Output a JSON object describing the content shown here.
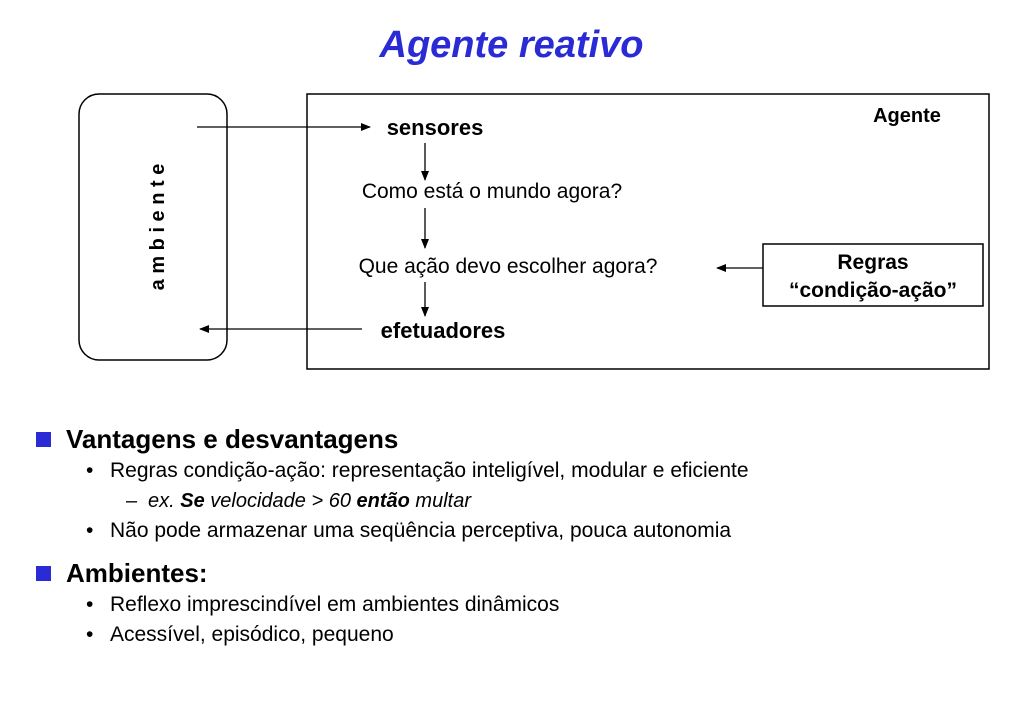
{
  "title": "Agente reativo",
  "diagram": {
    "ambiente_label": "a m b i e n t e",
    "agente_label": "Agente",
    "sensores": "sensores",
    "como_esta": "Como está o mundo agora?",
    "que_acao": "Que ação devo escolher agora?",
    "efetuadores": "efetuadores",
    "regras_line1": "Regras",
    "regras_line2": "“condição-ação”"
  },
  "sections": [
    {
      "heading": "Vantagens e desvantagens",
      "items": [
        "Regras condição-ação: representação inteligível, modular e eficiente",
        "Não pode armazenar uma seqüência perceptiva, pouca autonomia"
      ],
      "sub": {
        "dash": "–",
        "p1": "ex.",
        "p2": "Se",
        "p3": "velocidade > 60",
        "p4": "então",
        "p5": "multar"
      }
    },
    {
      "heading": "Ambientes:",
      "items": [
        "Reflexo imprescindível em ambientes dinâmicos",
        "Acessível, episódico, pequeno"
      ]
    }
  ],
  "colors": {
    "accent": "#2b2bd6",
    "text": "#000000"
  },
  "icons": {
    "bullet": "blue-square-icon",
    "arrow": "arrow-icon"
  }
}
